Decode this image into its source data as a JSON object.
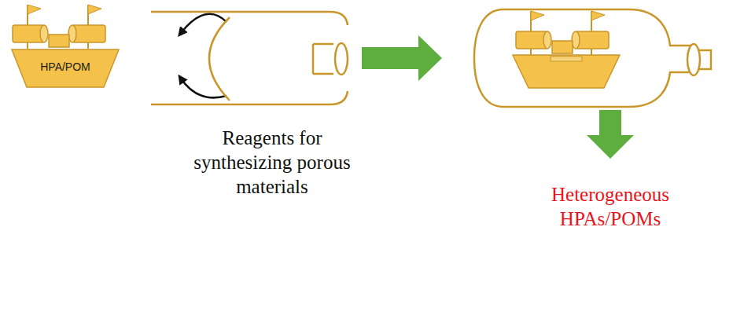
{
  "diagram": {
    "nodes": [
      {
        "text": [
          "HPA/POM"
        ]
      }
    ],
    "labels": [
      "Reagents for synthesizing porous materials",
      "Heterogeneous HPAs/POMs"
    ]
  }
}
